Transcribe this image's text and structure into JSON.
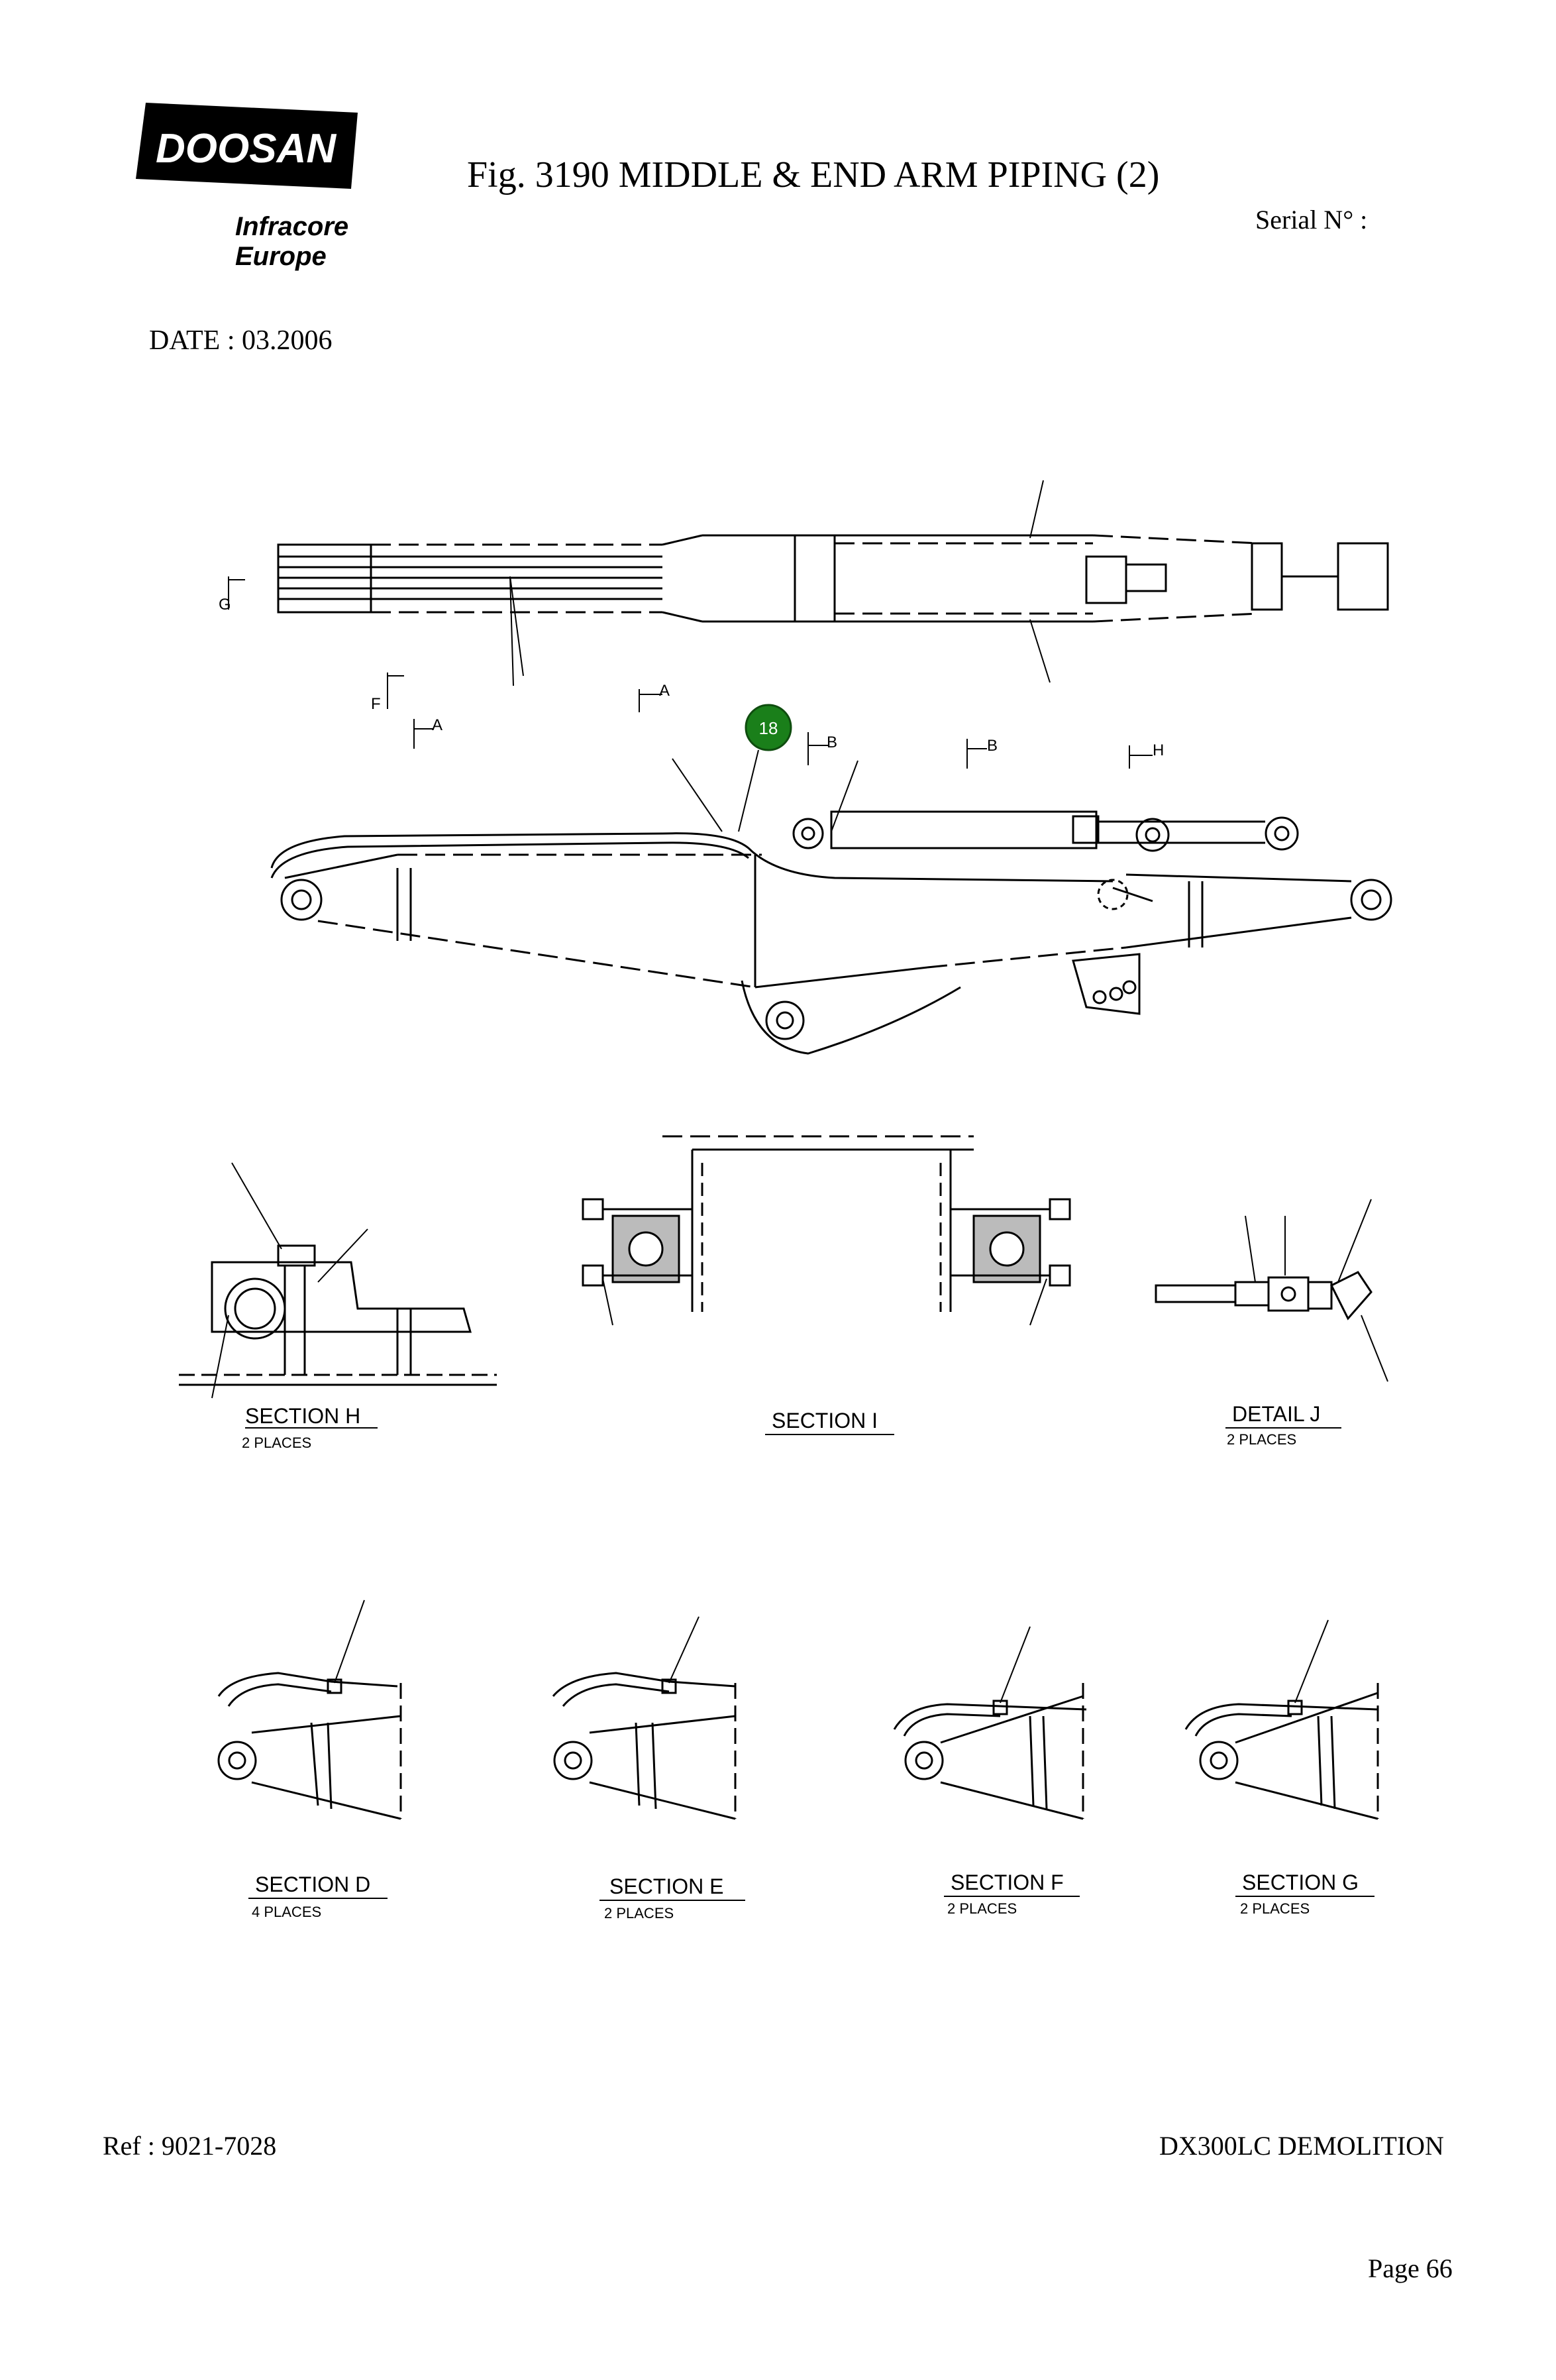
{
  "header": {
    "logo_brand": "DOOSAN",
    "logo_line1": "Infracore",
    "logo_line2": "Europe",
    "figure_title": "Fig. 3190   MIDDLE & END ARM PIPING (2)",
    "serial_label": "Serial N° :",
    "date_label": "DATE : 03.2006"
  },
  "callouts": [
    {
      "number": "18",
      "color": "#1a7f1a"
    }
  ],
  "section_markers": [
    "A",
    "A",
    "B",
    "B",
    "F",
    "G",
    "H"
  ],
  "views": [
    {
      "title": "SECTION  H",
      "subtitle": "2 PLACES"
    },
    {
      "title": "SECTION  I",
      "subtitle": ""
    },
    {
      "title": "DETAIL  J",
      "subtitle": "2 PLACES"
    },
    {
      "title": "SECTION  D",
      "subtitle": "4 PLACES"
    },
    {
      "title": "SECTION  E",
      "subtitle": "2 PLACES"
    },
    {
      "title": "SECTION  F",
      "subtitle": "2 PLACES"
    },
    {
      "title": "SECTION  G",
      "subtitle": "2 PLACES"
    }
  ],
  "footer": {
    "ref": "Ref : 9021-7028",
    "model": "DX300LC DEMOLITION",
    "page": "Page 66"
  }
}
